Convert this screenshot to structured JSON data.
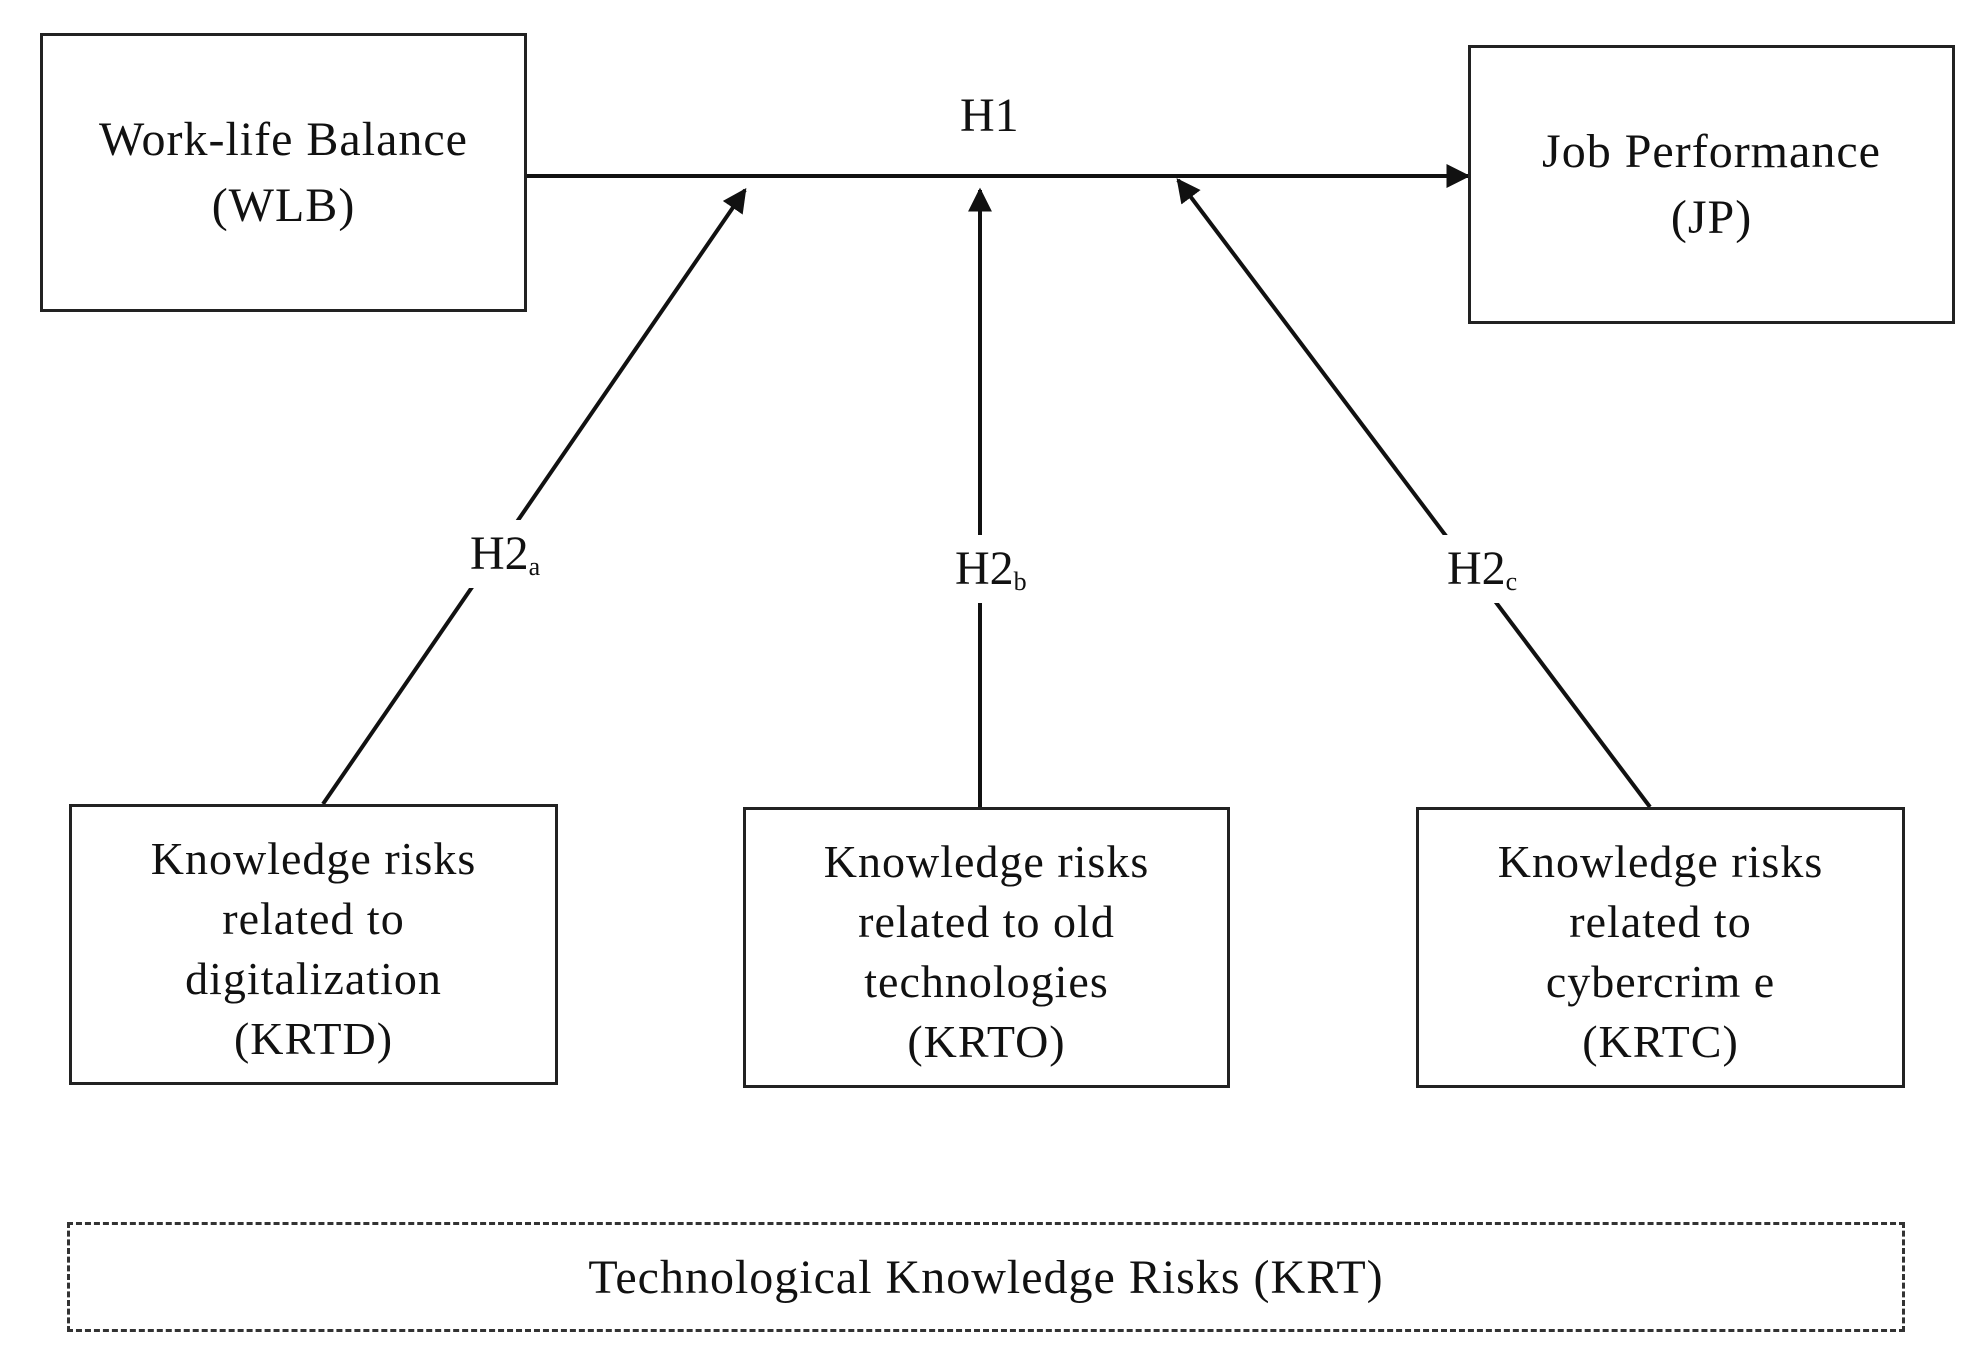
{
  "nodes": {
    "wlb": {
      "lines": [
        "Work-life Balance",
        "(WLB)"
      ]
    },
    "jp": {
      "lines": [
        "Job Performance",
        "(JP)"
      ]
    },
    "krtd": {
      "lines": [
        "Knowledge risks",
        "related to",
        "digitalization",
        "(KRTD)"
      ]
    },
    "krto": {
      "lines": [
        "Knowledge risks",
        "related to old",
        "technologies",
        "(KRTO)"
      ]
    },
    "krtc": {
      "lines": [
        "Knowledge risks",
        "related to",
        "cybercrim e",
        "(KRTC)"
      ]
    }
  },
  "hypotheses": {
    "h1": {
      "label": "H1",
      "sub": ""
    },
    "h2a": {
      "label": "H2",
      "sub": "a"
    },
    "h2b": {
      "label": "H2",
      "sub": "b"
    },
    "h2c": {
      "label": "H2",
      "sub": "c"
    }
  },
  "group": {
    "label": "Technological Knowledge Risks (KRT)"
  },
  "colors": {
    "line": "#111111",
    "box_border": "#222222",
    "background": "#ffffff"
  }
}
